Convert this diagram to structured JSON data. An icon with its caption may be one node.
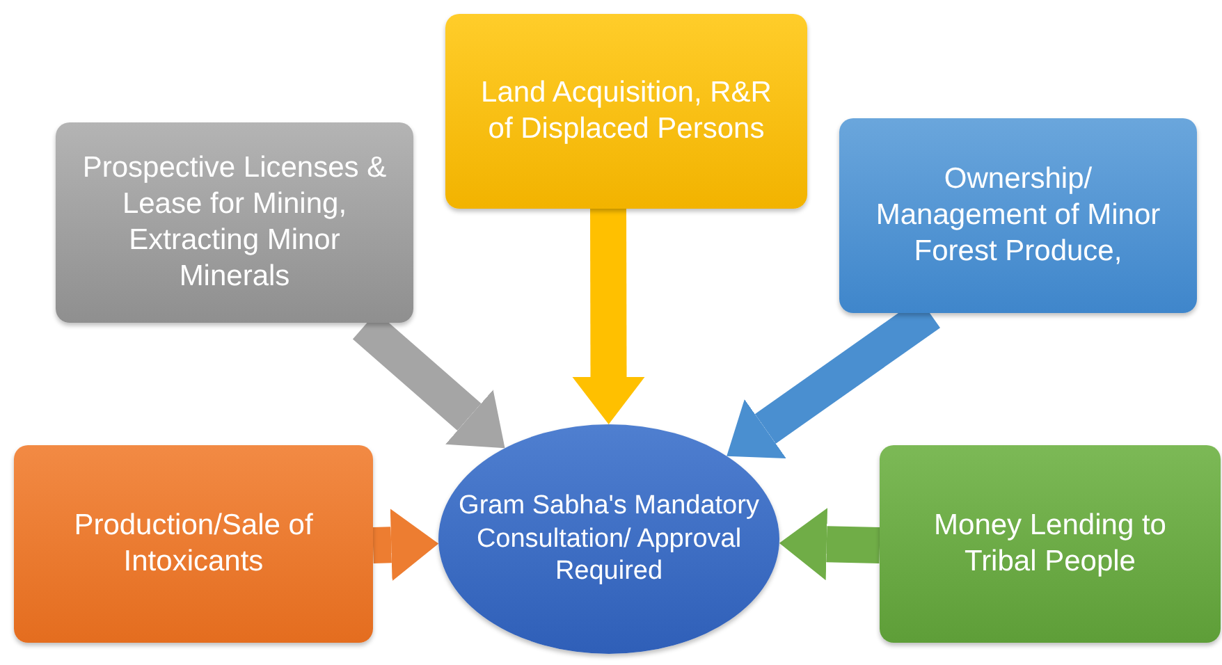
{
  "diagram": {
    "nodes": [
      {
        "text": [
          "Prospective Licenses & Lease for Mining, Extracting Minor Minerals"
        ]
      },
      {
        "text": [
          "Land Acquisition, R&R of Displaced Persons"
        ]
      },
      {
        "text": [
          "Ownership/ Management  of Minor Forest Produce,"
        ]
      },
      {
        "text": [
          "Production/Sale of Intoxicants"
        ]
      },
      {
        "text": [
          "Gram Sabha's Mandatory Consultation/ Approval Required"
        ]
      },
      {
        "text": [
          "Money Lending to Tribal People"
        ]
      }
    ],
    "edges": [
      {
        "from": 0,
        "to": 4,
        "arrow": "to",
        "color": "#a5a5a5"
      },
      {
        "from": 1,
        "to": 4,
        "arrow": "to",
        "color": "#ffc000"
      },
      {
        "from": 2,
        "to": 4,
        "arrow": "to",
        "color": "#4a8fd0"
      },
      {
        "from": 3,
        "to": 4,
        "arrow": "to",
        "color": "#ed7d31"
      },
      {
        "from": 5,
        "to": 4,
        "arrow": "to",
        "color": "#70ad47"
      }
    ]
  }
}
